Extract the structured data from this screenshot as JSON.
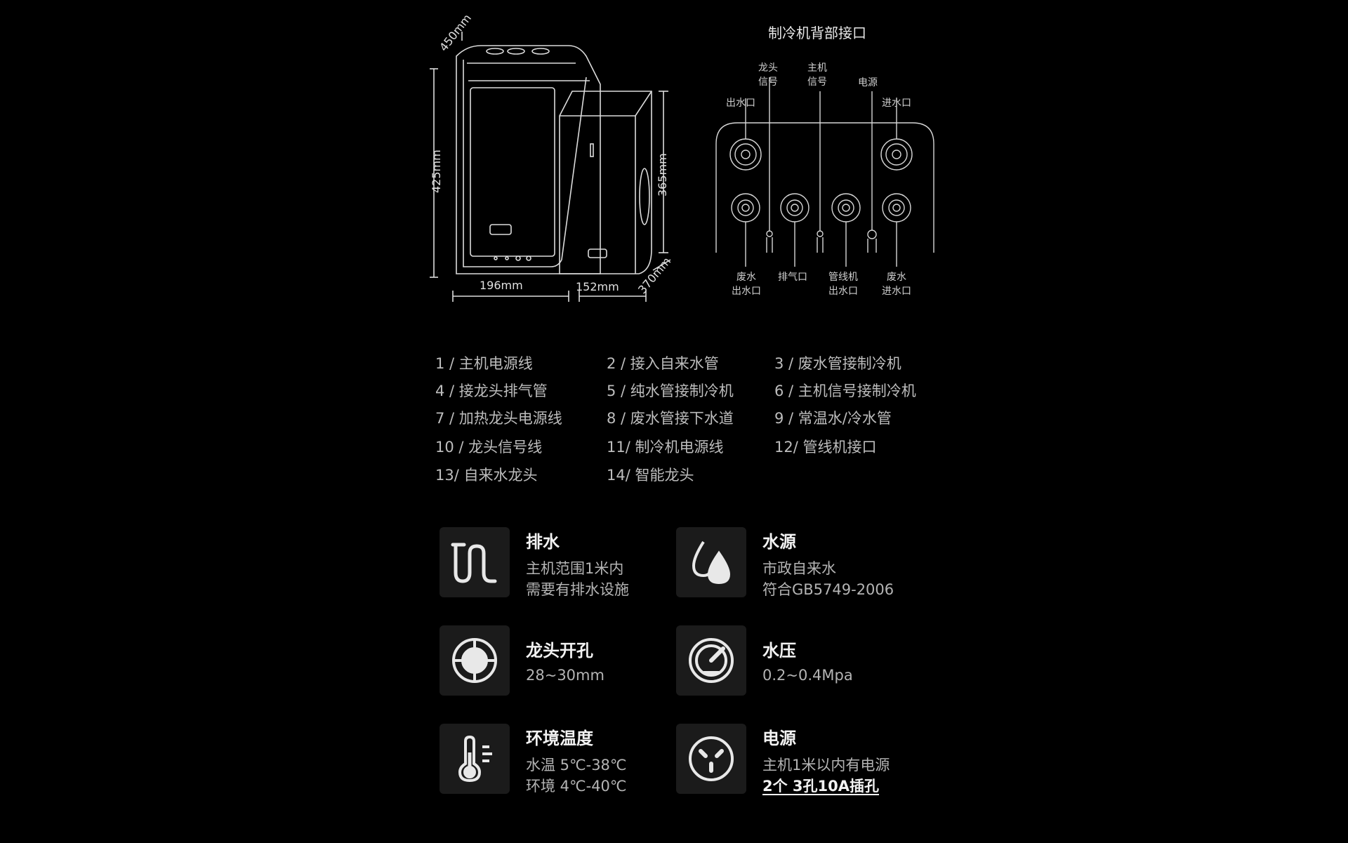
{
  "dimensions": {
    "depth_main": "450mm",
    "height_main": "425mm",
    "width_main": "196mm",
    "width_cooler": "152mm",
    "height_cooler": "365mm",
    "depth_cooler": "370mm"
  },
  "rear": {
    "title": "制冷机背部接口",
    "ports": {
      "faucet_signal": "龙头\n信号",
      "main_signal": "主机\n信号",
      "power": "电源",
      "water_out": "出水口",
      "water_in": "进水口",
      "waste_out": "废水\n出水口",
      "vent": "排气口",
      "pipeline_out": "管线机\n出水口",
      "waste_in": "废水\n进水口"
    }
  },
  "legend": [
    "1 / 主机电源线",
    "2 / 接入自来水管",
    "3 / 废水管接制冷机",
    "4 / 接龙头排气管",
    "5 / 纯水管接制冷机",
    "6 / 主机信号接制冷机",
    "7 / 加热龙头电源线",
    "8 / 废水管接下水道",
    "9 / 常温水/冷水管",
    "10 / 龙头信号线",
    "11/ 制冷机电源线",
    "12/ 管线机接口",
    "13/ 自来水龙头",
    "14/ 智能龙头"
  ],
  "requirements": {
    "drain": {
      "title": "排水",
      "line1": "主机范围1米内",
      "line2": "需要有排水设施",
      "icon": "drain-pipe-icon"
    },
    "water_source": {
      "title": "水源",
      "line1": "市政自来水",
      "line2": "符合GB5749-2006",
      "icon": "water-drops-icon"
    },
    "faucet_hole": {
      "title": "龙头开孔",
      "line1": "28~30mm",
      "icon": "faucet-hole-icon"
    },
    "pressure": {
      "title": "水压",
      "line1": "0.2~0.4Mpa",
      "icon": "pressure-gauge-icon"
    },
    "temperature": {
      "title": "环境温度",
      "line1": "水温  5℃-38℃",
      "line2": "环境  4℃-40℃",
      "icon": "thermometer-icon"
    },
    "power": {
      "title": "电源",
      "line1": "主机1米以内有电源",
      "line2": "2个 3孔10A插孔",
      "icon": "power-socket-icon"
    }
  },
  "colors": {
    "background": "#000000",
    "card": "#1b1b1b",
    "text": "#bdbdbd",
    "title": "#f2f2f2"
  }
}
